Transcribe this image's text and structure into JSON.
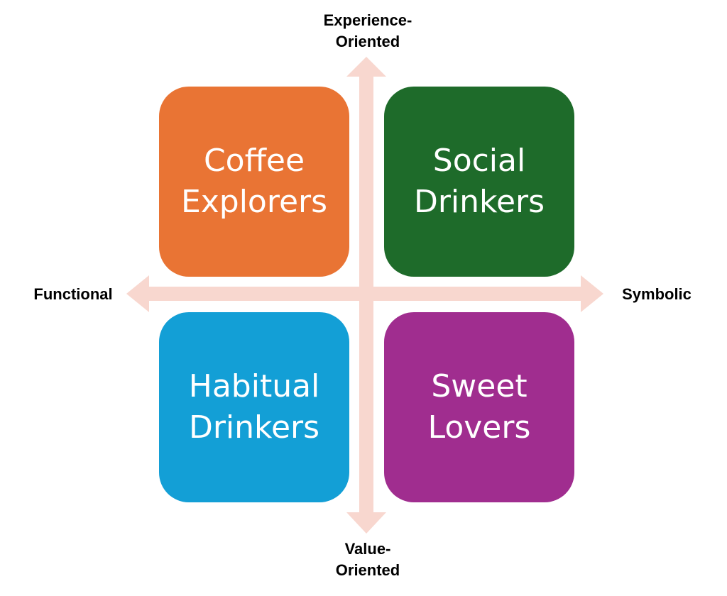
{
  "axes": {
    "top": "Experience-\nOriented",
    "bottom": "Value-\nOriented",
    "left": "Functional",
    "right": "Symbolic",
    "color": "#f8d7cf"
  },
  "quadrants": [
    {
      "position": "top-left",
      "label": "Coffee\nExplorers",
      "color": "#e97434"
    },
    {
      "position": "top-right",
      "label": "Social\nDrinkers",
      "color": "#1e6b2a"
    },
    {
      "position": "bottom-left",
      "label": "Habitual\nDrinkers",
      "color": "#139fd6"
    },
    {
      "position": "bottom-right",
      "label": "Sweet\nLovers",
      "color": "#a02d8f"
    }
  ]
}
